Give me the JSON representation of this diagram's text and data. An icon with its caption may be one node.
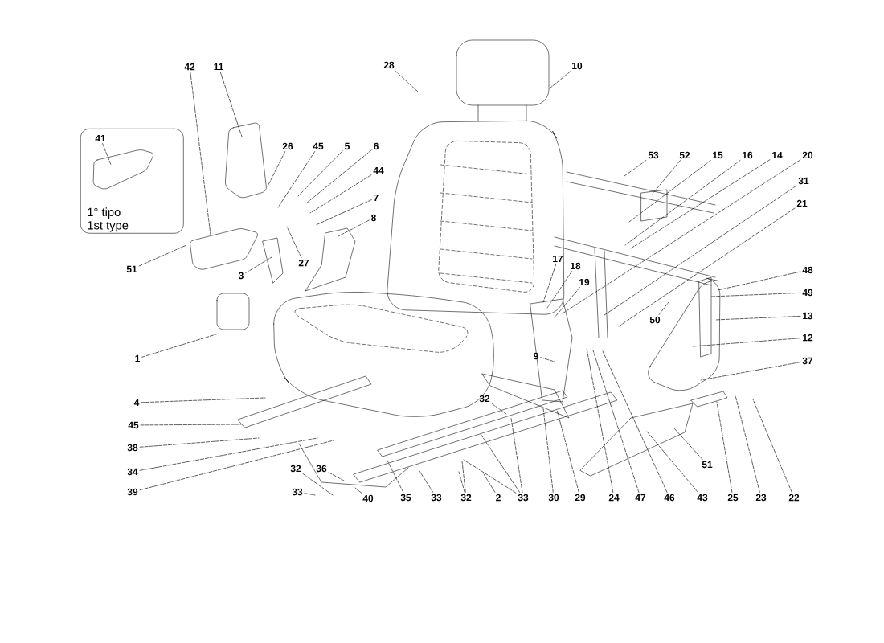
{
  "diagram": {
    "nodes": [
      {
        "text": [
          "1° tipo",
          "1st type"
        ]
      },
      {
        "text": [
          "41"
        ],
        "in": 0
      },
      {
        "text": [
          "42"
        ]
      },
      {
        "text": [
          "11"
        ]
      },
      {
        "text": [
          "26"
        ]
      },
      {
        "text": [
          "45"
        ]
      },
      {
        "text": [
          "5"
        ]
      },
      {
        "text": [
          "6"
        ]
      },
      {
        "text": [
          "44"
        ]
      },
      {
        "text": [
          "7"
        ]
      },
      {
        "text": [
          "8"
        ]
      },
      {
        "text": [
          "27"
        ]
      },
      {
        "text": [
          "3"
        ]
      },
      {
        "text": [
          "51"
        ]
      },
      {
        "text": [
          "28"
        ]
      },
      {
        "text": [
          "10"
        ]
      },
      {
        "text": [
          "53"
        ]
      },
      {
        "text": [
          "52"
        ]
      },
      {
        "text": [
          "15"
        ]
      },
      {
        "text": [
          "16"
        ]
      },
      {
        "text": [
          "14"
        ]
      },
      {
        "text": [
          "20"
        ]
      },
      {
        "text": [
          "31"
        ]
      },
      {
        "text": [
          "21"
        ]
      },
      {
        "text": [
          "17"
        ]
      },
      {
        "text": [
          "18"
        ]
      },
      {
        "text": [
          "19"
        ]
      },
      {
        "text": [
          "48"
        ]
      },
      {
        "text": [
          "49"
        ]
      },
      {
        "text": [
          "50"
        ]
      },
      {
        "text": [
          "13"
        ]
      },
      {
        "text": [
          "12"
        ]
      },
      {
        "text": [
          "37"
        ]
      },
      {
        "text": [
          "9"
        ]
      },
      {
        "text": [
          "1"
        ]
      },
      {
        "text": [
          "4"
        ]
      },
      {
        "text": [
          "45"
        ]
      },
      {
        "text": [
          "38"
        ]
      },
      {
        "text": [
          "34"
        ]
      },
      {
        "text": [
          "39"
        ]
      },
      {
        "text": [
          "32"
        ]
      },
      {
        "text": [
          "36"
        ]
      },
      {
        "text": [
          "33"
        ]
      },
      {
        "text": [
          "40"
        ]
      },
      {
        "text": [
          "35"
        ]
      },
      {
        "text": [
          "33"
        ]
      },
      {
        "text": [
          "32"
        ]
      },
      {
        "text": [
          "2"
        ]
      },
      {
        "text": [
          "32"
        ]
      },
      {
        "text": [
          "33"
        ]
      },
      {
        "text": [
          "30"
        ]
      },
      {
        "text": [
          "29"
        ]
      },
      {
        "text": [
          "24"
        ]
      },
      {
        "text": [
          "47"
        ]
      },
      {
        "text": [
          "46"
        ]
      },
      {
        "text": [
          "43"
        ]
      },
      {
        "text": [
          "51"
        ]
      },
      {
        "text": [
          "25"
        ]
      },
      {
        "text": [
          "23"
        ]
      },
      {
        "text": [
          "22"
        ]
      }
    ],
    "edges": [
      {
        "from": 1,
        "to": null,
        "arrow": "none"
      },
      {
        "from": 2,
        "to": null,
        "arrow": "none"
      },
      {
        "from": 3,
        "to": null,
        "arrow": "none"
      },
      {
        "from": 4,
        "to": null,
        "arrow": "none"
      },
      {
        "from": 5,
        "to": null,
        "arrow": "none"
      },
      {
        "from": 6,
        "to": null,
        "arrow": "none"
      },
      {
        "from": 7,
        "to": null,
        "arrow": "none"
      },
      {
        "from": 8,
        "to": null,
        "arrow": "none"
      },
      {
        "from": 9,
        "to": null,
        "arrow": "none"
      },
      {
        "from": 10,
        "to": null,
        "arrow": "none"
      },
      {
        "from": 11,
        "to": null,
        "arrow": "none"
      },
      {
        "from": 12,
        "to": null,
        "arrow": "none"
      },
      {
        "from": 13,
        "to": null,
        "arrow": "none"
      },
      {
        "from": 14,
        "to": null,
        "arrow": "none"
      },
      {
        "from": 15,
        "to": null,
        "arrow": "none"
      },
      {
        "from": 16,
        "to": null,
        "arrow": "none"
      },
      {
        "from": 17,
        "to": null,
        "arrow": "none"
      },
      {
        "from": 18,
        "to": null,
        "arrow": "none"
      },
      {
        "from": 19,
        "to": null,
        "arrow": "none"
      },
      {
        "from": 20,
        "to": null,
        "arrow": "none"
      },
      {
        "from": 21,
        "to": null,
        "arrow": "none"
      },
      {
        "from": 22,
        "to": null,
        "arrow": "none"
      },
      {
        "from": 23,
        "to": null,
        "arrow": "none"
      },
      {
        "from": 24,
        "to": null,
        "arrow": "none"
      },
      {
        "from": 25,
        "to": null,
        "arrow": "none"
      },
      {
        "from": 26,
        "to": null,
        "arrow": "none"
      },
      {
        "from": 27,
        "to": null,
        "arrow": "none"
      },
      {
        "from": 28,
        "to": null,
        "arrow": "none"
      },
      {
        "from": 29,
        "to": null,
        "arrow": "none"
      },
      {
        "from": 30,
        "to": null,
        "arrow": "none"
      },
      {
        "from": 31,
        "to": null,
        "arrow": "none"
      },
      {
        "from": 32,
        "to": null,
        "arrow": "none"
      },
      {
        "from": 33,
        "to": null,
        "arrow": "none"
      },
      {
        "from": 34,
        "to": null,
        "arrow": "none"
      },
      {
        "from": 35,
        "to": null,
        "arrow": "none"
      },
      {
        "from": 36,
        "to": null,
        "arrow": "none"
      },
      {
        "from": 37,
        "to": null,
        "arrow": "none"
      },
      {
        "from": 38,
        "to": null,
        "arrow": "none"
      },
      {
        "from": 39,
        "to": null,
        "arrow": "none"
      },
      {
        "from": 40,
        "to": null,
        "arrow": "none"
      },
      {
        "from": 41,
        "to": null,
        "arrow": "none"
      },
      {
        "from": 42,
        "to": null,
        "arrow": "none"
      },
      {
        "from": 43,
        "to": null,
        "arrow": "none"
      },
      {
        "from": 44,
        "to": null,
        "arrow": "none"
      },
      {
        "from": 45,
        "to": null,
        "arrow": "none"
      },
      {
        "from": 46,
        "to": null,
        "arrow": "none"
      },
      {
        "from": 46,
        "to": null,
        "arrow": "none"
      },
      {
        "from": 47,
        "to": null,
        "arrow": "none"
      },
      {
        "from": 48,
        "to": null,
        "arrow": "none"
      },
      {
        "from": 49,
        "to": null,
        "arrow": "none"
      },
      {
        "from": 49,
        "to": null,
        "arrow": "none"
      },
      {
        "from": 49,
        "to": null,
        "arrow": "none"
      },
      {
        "from": 50,
        "to": null,
        "arrow": "none"
      },
      {
        "from": 51,
        "to": null,
        "arrow": "none"
      },
      {
        "from": 52,
        "to": null,
        "arrow": "none"
      },
      {
        "from": 53,
        "to": null,
        "arrow": "none"
      },
      {
        "from": 54,
        "to": null,
        "arrow": "none"
      },
      {
        "from": 55,
        "to": null,
        "arrow": "none"
      },
      {
        "from": 56,
        "to": null,
        "arrow": "none"
      },
      {
        "from": 57,
        "to": null,
        "arrow": "none"
      },
      {
        "from": 58,
        "to": null,
        "arrow": "none"
      },
      {
        "from": 59,
        "to": null,
        "arrow": "none"
      }
    ]
  }
}
